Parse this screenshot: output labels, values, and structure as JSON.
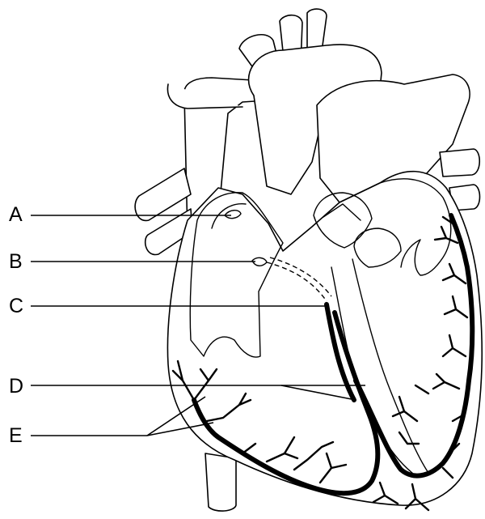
{
  "labels": [
    "A",
    "B",
    "C",
    "D",
    "E"
  ],
  "colors": {
    "ink": "#000000",
    "paper": "#ffffff"
  }
}
